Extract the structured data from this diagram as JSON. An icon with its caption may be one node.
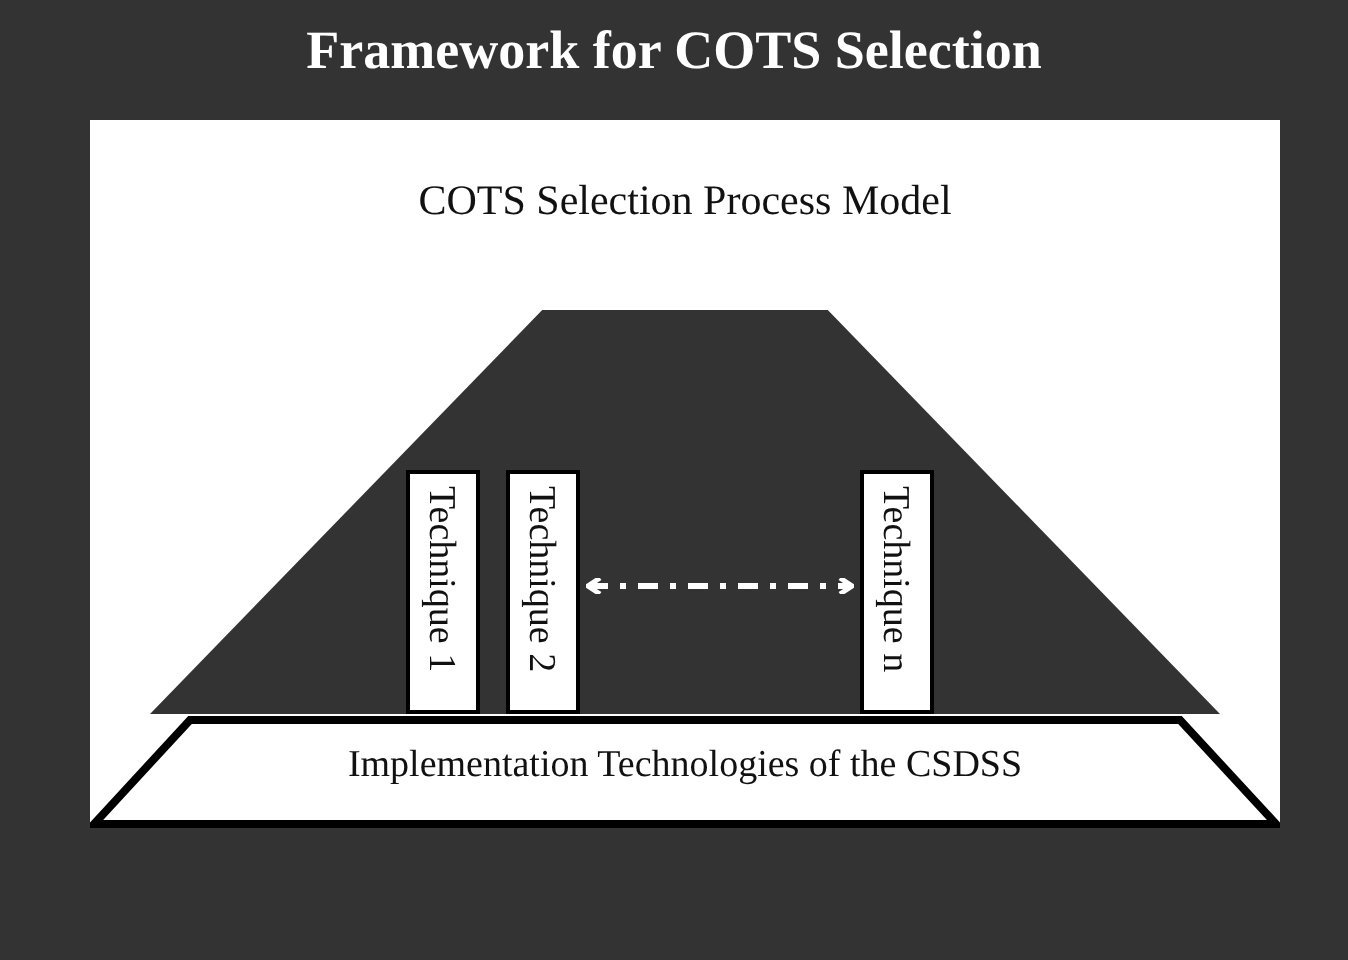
{
  "diagram": {
    "nodes": [
      {
        "text": [
          "Framework for COTS Selection"
        ]
      },
      {
        "text": [
          "COTS Selection Process Model"
        ],
        "in": 0
      },
      {
        "text": [],
        "shape": "trapezoid",
        "in": 1
      },
      {
        "text": [
          "Technique 1"
        ],
        "in": 2
      },
      {
        "text": [
          "Technique 2"
        ],
        "in": 2
      },
      {
        "text": [
          "Technique n"
        ],
        "in": 2
      },
      {
        "text": [
          "Implementation Technologies of the CSDSS"
        ],
        "in": 1
      }
    ],
    "edges": [
      {
        "from": 4,
        "to": 5,
        "arrow": "both",
        "style": "dashed"
      }
    ]
  }
}
